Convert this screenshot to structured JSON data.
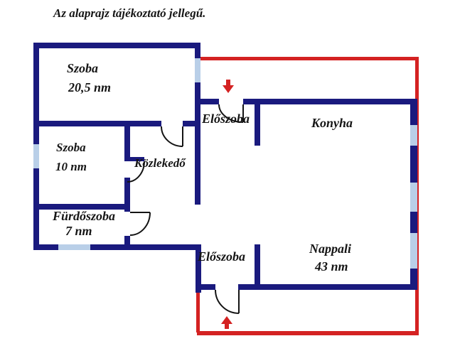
{
  "title": "Az alaprajz tájékoztató jellegű.",
  "rooms": {
    "szoba_large": {
      "name": "Szoba",
      "area": "20,5 nm"
    },
    "szoba_small": {
      "name": "Szoba",
      "area": "10 nm"
    },
    "kozlekedo": {
      "name": "Közlekedő"
    },
    "eloszoba_top": {
      "name": "Előszoba"
    },
    "konyha": {
      "name": "Konyha"
    },
    "furdoszoba": {
      "name": "Fürdőszoba",
      "area": "7 nm"
    },
    "eloszoba_bottom": {
      "name": "Előszoba"
    },
    "nappali": {
      "name": "Nappali",
      "area": "43 nm"
    }
  },
  "colors": {
    "wall": "#1a1a7e",
    "window": "#b9cfe8",
    "outline": "#d42222",
    "door": "#141414"
  }
}
